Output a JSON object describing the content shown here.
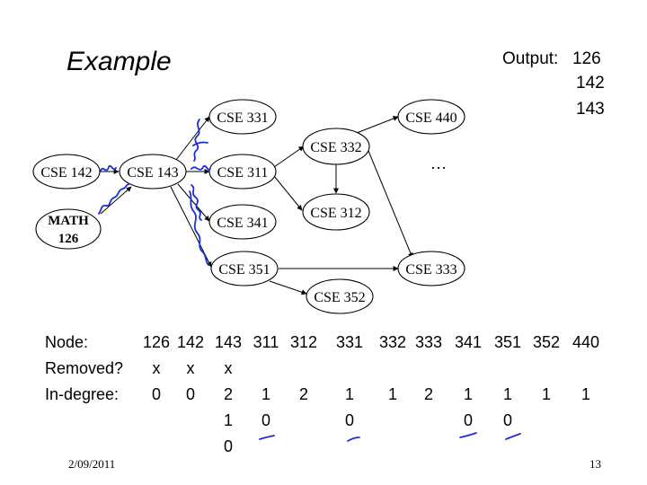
{
  "title": "Example",
  "output": {
    "label": "Output:",
    "values": [
      "126",
      "142",
      "143"
    ]
  },
  "graph": {
    "nodes": [
      {
        "id": "cse142",
        "label": "CSE 142"
      },
      {
        "id": "cse143",
        "label": "CSE 143"
      },
      {
        "id": "math126",
        "label_lines": [
          "MATH",
          "126"
        ]
      },
      {
        "id": "cse331",
        "label": "CSE 331"
      },
      {
        "id": "cse311",
        "label": "CSE 311"
      },
      {
        "id": "cse341",
        "label": "CSE 341"
      },
      {
        "id": "cse351",
        "label": "CSE 351"
      },
      {
        "id": "cse332",
        "label": "CSE 332"
      },
      {
        "id": "cse312",
        "label": "CSE 312"
      },
      {
        "id": "cse440",
        "label": "CSE 440"
      },
      {
        "id": "cse333",
        "label": "CSE 333"
      },
      {
        "id": "cse352",
        "label": "CSE 352"
      }
    ],
    "ellipsis": "…",
    "edges": [
      [
        "cse142",
        "cse143"
      ],
      [
        "math126",
        "cse143"
      ],
      [
        "cse143",
        "cse331"
      ],
      [
        "cse143",
        "cse311"
      ],
      [
        "cse143",
        "cse341"
      ],
      [
        "cse143",
        "cse351"
      ],
      [
        "cse311",
        "cse332"
      ],
      [
        "cse311",
        "cse312"
      ],
      [
        "cse332",
        "cse440"
      ],
      [
        "cse332",
        "cse312"
      ],
      [
        "cse332",
        "cse333"
      ],
      [
        "cse351",
        "cse333"
      ],
      [
        "cse351",
        "cse352"
      ]
    ]
  },
  "table": {
    "node_label": "Node:",
    "removed_label": "Removed?",
    "indegree_label": "In-degree:",
    "nodes": [
      "126",
      "142",
      "143",
      "311",
      "312",
      "331",
      "332",
      "333",
      "341",
      "351",
      "352",
      "440"
    ],
    "removed": [
      "x",
      "x",
      "x",
      "",
      "",
      "",
      "",
      "",
      "",
      "",
      "",
      ""
    ],
    "indegree": [
      "0",
      "0",
      "2",
      "1",
      "2",
      "1",
      "1",
      "2",
      "1",
      "1",
      "1",
      "1"
    ],
    "indegree_update_1": [
      "",
      "",
      "1",
      "0",
      "",
      "0",
      "",
      "",
      "0",
      "0",
      "",
      ""
    ],
    "indegree_update_2": [
      "",
      "",
      "0",
      "",
      "",
      "",
      "",
      "",
      "",
      "",
      "",
      ""
    ]
  },
  "footer": {
    "date": "2/09/2011",
    "page": "13"
  },
  "colors": {
    "annotation_ink": "#1a2fd6"
  }
}
